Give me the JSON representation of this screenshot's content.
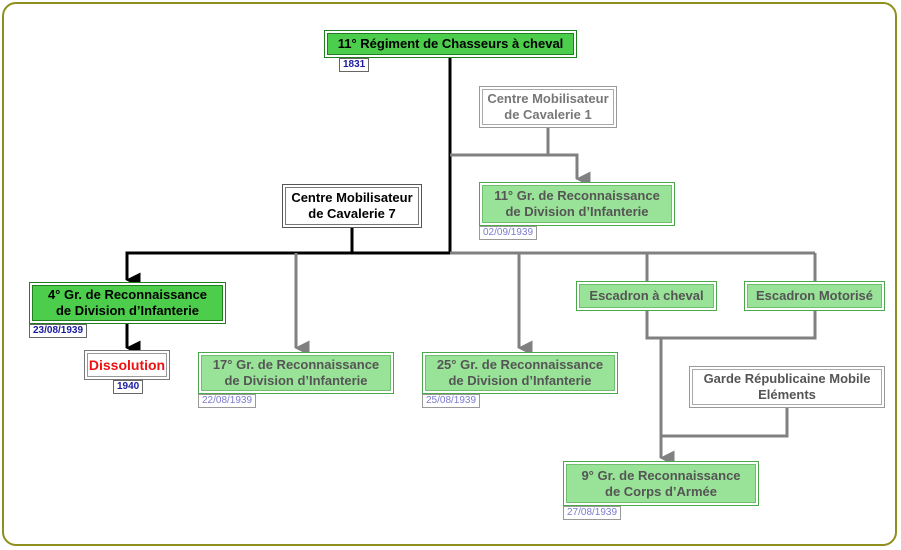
{
  "nodes": {
    "regiment": {
      "label": "11° Régiment de Chasseurs à cheval",
      "date": "1831"
    },
    "cmc1": {
      "label_l1": "Centre Mobilisateur",
      "label_l2": "de Cavalerie 1"
    },
    "cmc7": {
      "label_l1": "Centre Mobilisateur",
      "label_l2": "de Cavalerie 7"
    },
    "gr11": {
      "label_l1": "11° Gr. de Reconnaissance",
      "label_l2": "de Division d’Infanterie",
      "date": "02/09/1939"
    },
    "gr4": {
      "label_l1": "4° Gr. de Reconnaissance",
      "label_l2": "de Division d’Infanterie",
      "date": "23/08/1939"
    },
    "dissolution": {
      "label": "Dissolution",
      "date": "1940"
    },
    "gr17": {
      "label_l1": "17° Gr. de Reconnaissance",
      "label_l2": "de Division d’Infanterie",
      "date": "22/08/1939"
    },
    "gr25": {
      "label_l1": "25° Gr. de Reconnaissance",
      "label_l2": "de Division d’Infanterie",
      "date": "25/08/1939"
    },
    "escadron_cheval": {
      "label": "Escadron à cheval"
    },
    "escadron_motorise": {
      "label": "Escadron Motorisé"
    },
    "garde": {
      "label_l1": "Garde Républicaine Mobile",
      "label_l2": "Eléments"
    },
    "gr9": {
      "label_l1": "9° Gr. de Reconnaissance",
      "label_l2": "de Corps d’Armée",
      "date": "27/08/1939"
    }
  },
  "colors": {
    "frame": "#8f8f1e",
    "strong_green": "#4ccd4c",
    "light_green": "#98e398",
    "black_line": "#000000",
    "grey_line": "#808080",
    "dissolution_text": "#ee1111",
    "date_dark": "#1a1aa0",
    "date_light": "#7a7ad0"
  }
}
